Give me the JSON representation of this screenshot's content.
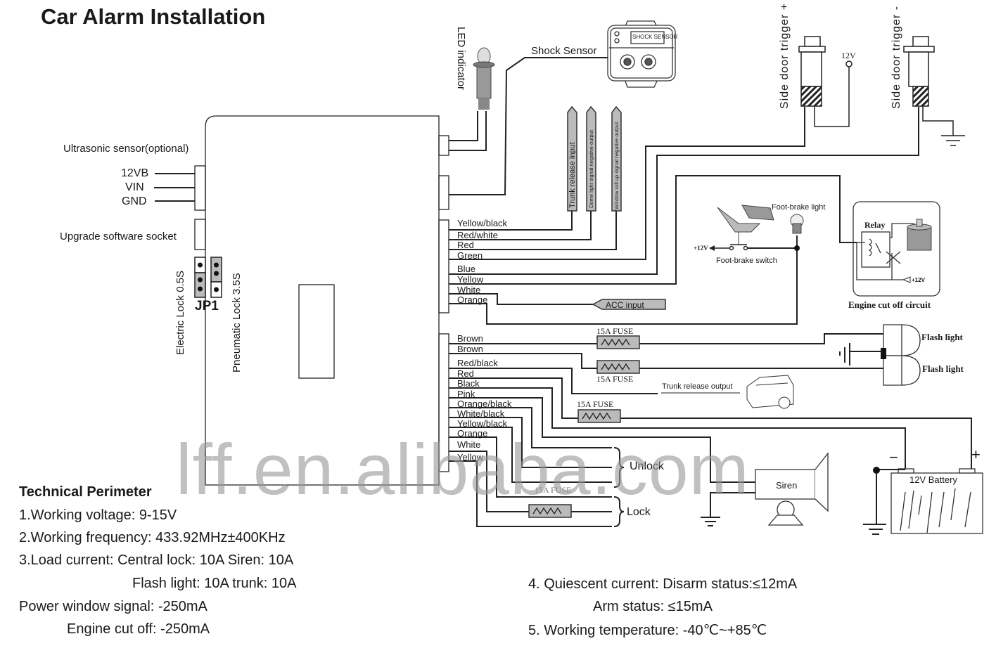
{
  "title": "Car Alarm Installation",
  "left_inputs": {
    "ultrasonic_label": "Ultrasonic sensor(optional)",
    "pins": [
      "12VB",
      "VIN",
      "GND"
    ],
    "upgrade_socket": "Upgrade software socket"
  },
  "jumper": {
    "name": "JP1",
    "left_label": "Electric Lock 0.5S",
    "right_label": "Pneumatic Lock 3.5S"
  },
  "top_components": {
    "led_indicator": "LED indicator",
    "shock_sensor": "Shock Sensor",
    "shock_sensor_badge": "SHOCK SENSOR",
    "side_door_plus": "Side door trigger +",
    "side_door_minus": "Side door trigger -",
    "twelve_v": "12V"
  },
  "output_tags": [
    "Trunk release input",
    "Dome light signal negative output",
    "Window roll up signal negative output"
  ],
  "wire_group_1": [
    "Yellow/black",
    "Red/white",
    "Red",
    "Green",
    "Blue",
    "Yellow",
    "White",
    "Orange"
  ],
  "acc_input": "ACC input",
  "foot_brake": {
    "light": "Foot-brake light",
    "switch": "Foot-brake switch",
    "plus12": "+12V"
  },
  "engine_cut": {
    "relay": "Relay",
    "plus12": "+12V",
    "caption": "Engine cut off circuit"
  },
  "wire_group_2": [
    "Brown",
    "Brown",
    "Red/black",
    "Red",
    "Black",
    "Pink",
    "Orange/black",
    "White/black",
    "Yellow/black",
    "Orange",
    "White",
    "Yellow"
  ],
  "fuses": [
    "15A FUSE",
    "15A FUSE",
    "15A FUSE",
    "15A FUSE"
  ],
  "flash_lights": [
    "Flash light",
    "Flash light"
  ],
  "trunk_output": "Trunk release output",
  "lock_labels": {
    "unlock": "Unlock",
    "lock": "Lock"
  },
  "siren": "Siren",
  "battery": {
    "label": "12V Battery",
    "minus": "−",
    "plus": "+"
  },
  "watermark": "lff.en.alibaba.com",
  "tech": {
    "heading": "Technical Perimeter",
    "lines": [
      "1.Working voltage: 9-15V",
      "2.Working frequency: 433.92MHz±400KHz",
      "3.Load current: Central lock: 10A  Siren: 10A",
      "Flash light:  10A trunk:  10A",
      "Power window signal:  -250mA",
      "Engine cut off:  -250mA"
    ],
    "right_lines": [
      "4. Quiescent current: Disarm status:≤12mA",
      "Arm status:  ≤15mA",
      "5. Working temperature: -40℃~+85℃"
    ]
  }
}
